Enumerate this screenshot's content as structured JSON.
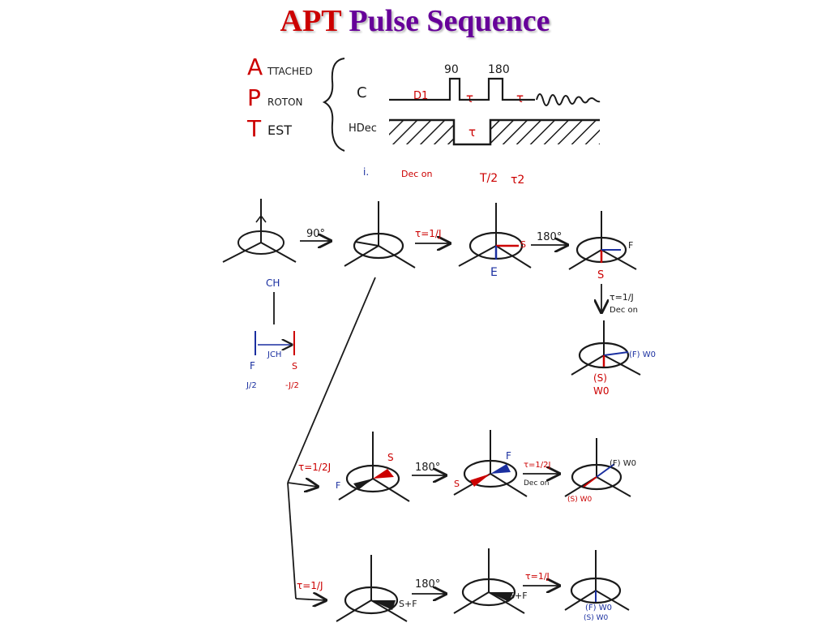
{
  "title": {
    "part1": "APT",
    "part2": "Pulse Sequence"
  },
  "acronym": {
    "a_letter": "A",
    "a_rest": "TTACHED",
    "p_letter": "P",
    "p_rest": "ROTON",
    "t_letter": "T",
    "t_rest": "EST"
  },
  "sequence": {
    "c_label": "C",
    "hdec_label": "HDec",
    "pulse_90": "90",
    "pulse_180": "180",
    "d1_label": "D1",
    "tau_label": "τ"
  },
  "note": {
    "marker": "i.",
    "text": "Dec on",
    "fraction": "T/2",
    "tau2": "τ2"
  },
  "row1": {
    "arrow1": "90°",
    "arrow2": "τ=1/J",
    "arrow3": "180°",
    "s_label": "S",
    "f_label": "F",
    "e_label": "E",
    "down_arrow": "τ=1/J",
    "dec_on": "Dec on",
    "fw_label": "(F) W0",
    "s_bottom": "(S)",
    "w0_bottom": "W0"
  },
  "jdiagram": {
    "ch": "CH",
    "jch": "JCH",
    "f": "F",
    "s": "S",
    "f_val": "J/2",
    "s_val": "-J/2"
  },
  "row2": {
    "arrow1": "τ=1/2J",
    "arrow2": "180°",
    "arrow3": "τ=1/2J",
    "dec_on": "Dec on",
    "s": "S",
    "f": "F",
    "fw": "(F) W0",
    "sw": "(S) W0"
  },
  "row3": {
    "arrow1": "τ=1/J",
    "arrow2": "180°",
    "arrow3": "τ=1/J",
    "sf1": "S+F",
    "sf2": "S+F",
    "fw": "(F) W0",
    "sw": "(S) W0"
  },
  "colors": {
    "red": "#cc0000",
    "blue": "#1a2fa0",
    "purple": "#660099",
    "ink": "#1a1a1a"
  }
}
